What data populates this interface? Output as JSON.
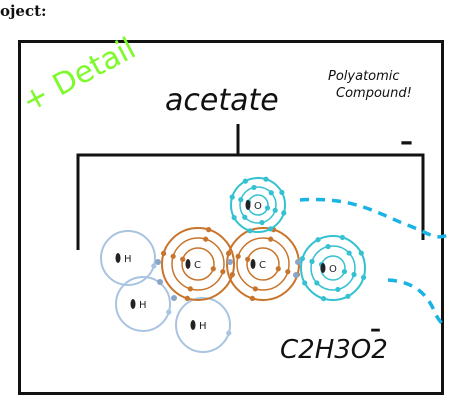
{
  "header": {
    "partial_label": "oject:"
  },
  "annotation": {
    "detail_note": "+ Detail"
  },
  "diagram": {
    "title": "acetate",
    "note_line1": "Polyatomic",
    "note_line2": "Compound!",
    "charge": "–",
    "formula_main": "C2H3O2",
    "formula_charge": "–",
    "atom_labels": {
      "hydrogen": "H",
      "carbon": "C",
      "oxygen": "O"
    },
    "colors": {
      "hydrogen": "#a9c4e0",
      "carbon": "#c8742b",
      "oxygen": "#34c1d1",
      "dashed": "#19b3e6",
      "detail": "#7dfa2a",
      "ink": "#111111"
    }
  }
}
